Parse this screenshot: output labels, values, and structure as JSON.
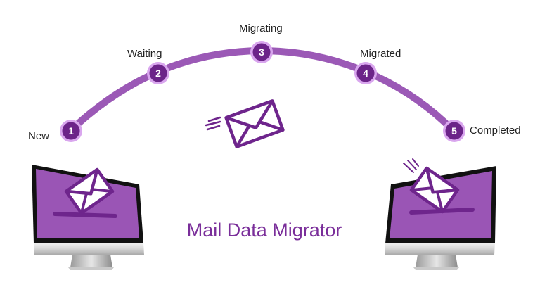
{
  "title": "Mail Data Migrator",
  "steps": [
    {
      "number": "1",
      "label": "New"
    },
    {
      "number": "2",
      "label": "Waiting"
    },
    {
      "number": "3",
      "label": "Migrating"
    },
    {
      "number": "4",
      "label": "Migrated"
    },
    {
      "number": "5",
      "label": "Completed"
    }
  ],
  "icons": {
    "source": "desktop-computer-with-envelope",
    "destination": "desktop-computer-with-envelope",
    "transit": "flying-envelope"
  },
  "colors": {
    "arc": "#9b59b6",
    "node_fill": "#6c2489",
    "node_ring": "#d9a6ee",
    "title": "#7a2e9a",
    "screen": "#9a55b5",
    "envelope_stroke": "#6e258c"
  }
}
